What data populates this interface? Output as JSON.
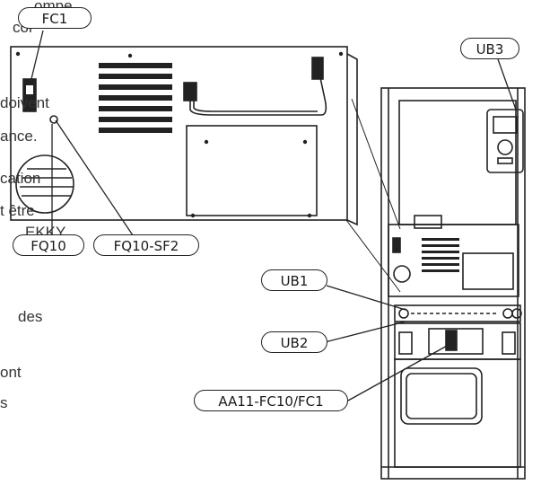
{
  "background_text": [
    "ompe",
    "cor",
    "doivent",
    "ance.",
    "cation",
    "t être",
    "EKKY",
    "des",
    "ont",
    "s"
  ],
  "callouts": {
    "fc1": "FC1",
    "ub3": "UB3",
    "fq10": "FQ10",
    "fq10_sf2": "FQ10-SF2",
    "ub1": "UB1",
    "ub2": "UB2",
    "aa11": "AA11-FC10/FC1"
  },
  "colors": {
    "line": "#222222",
    "text": "#1a1a1a",
    "background": "#ffffff"
  }
}
